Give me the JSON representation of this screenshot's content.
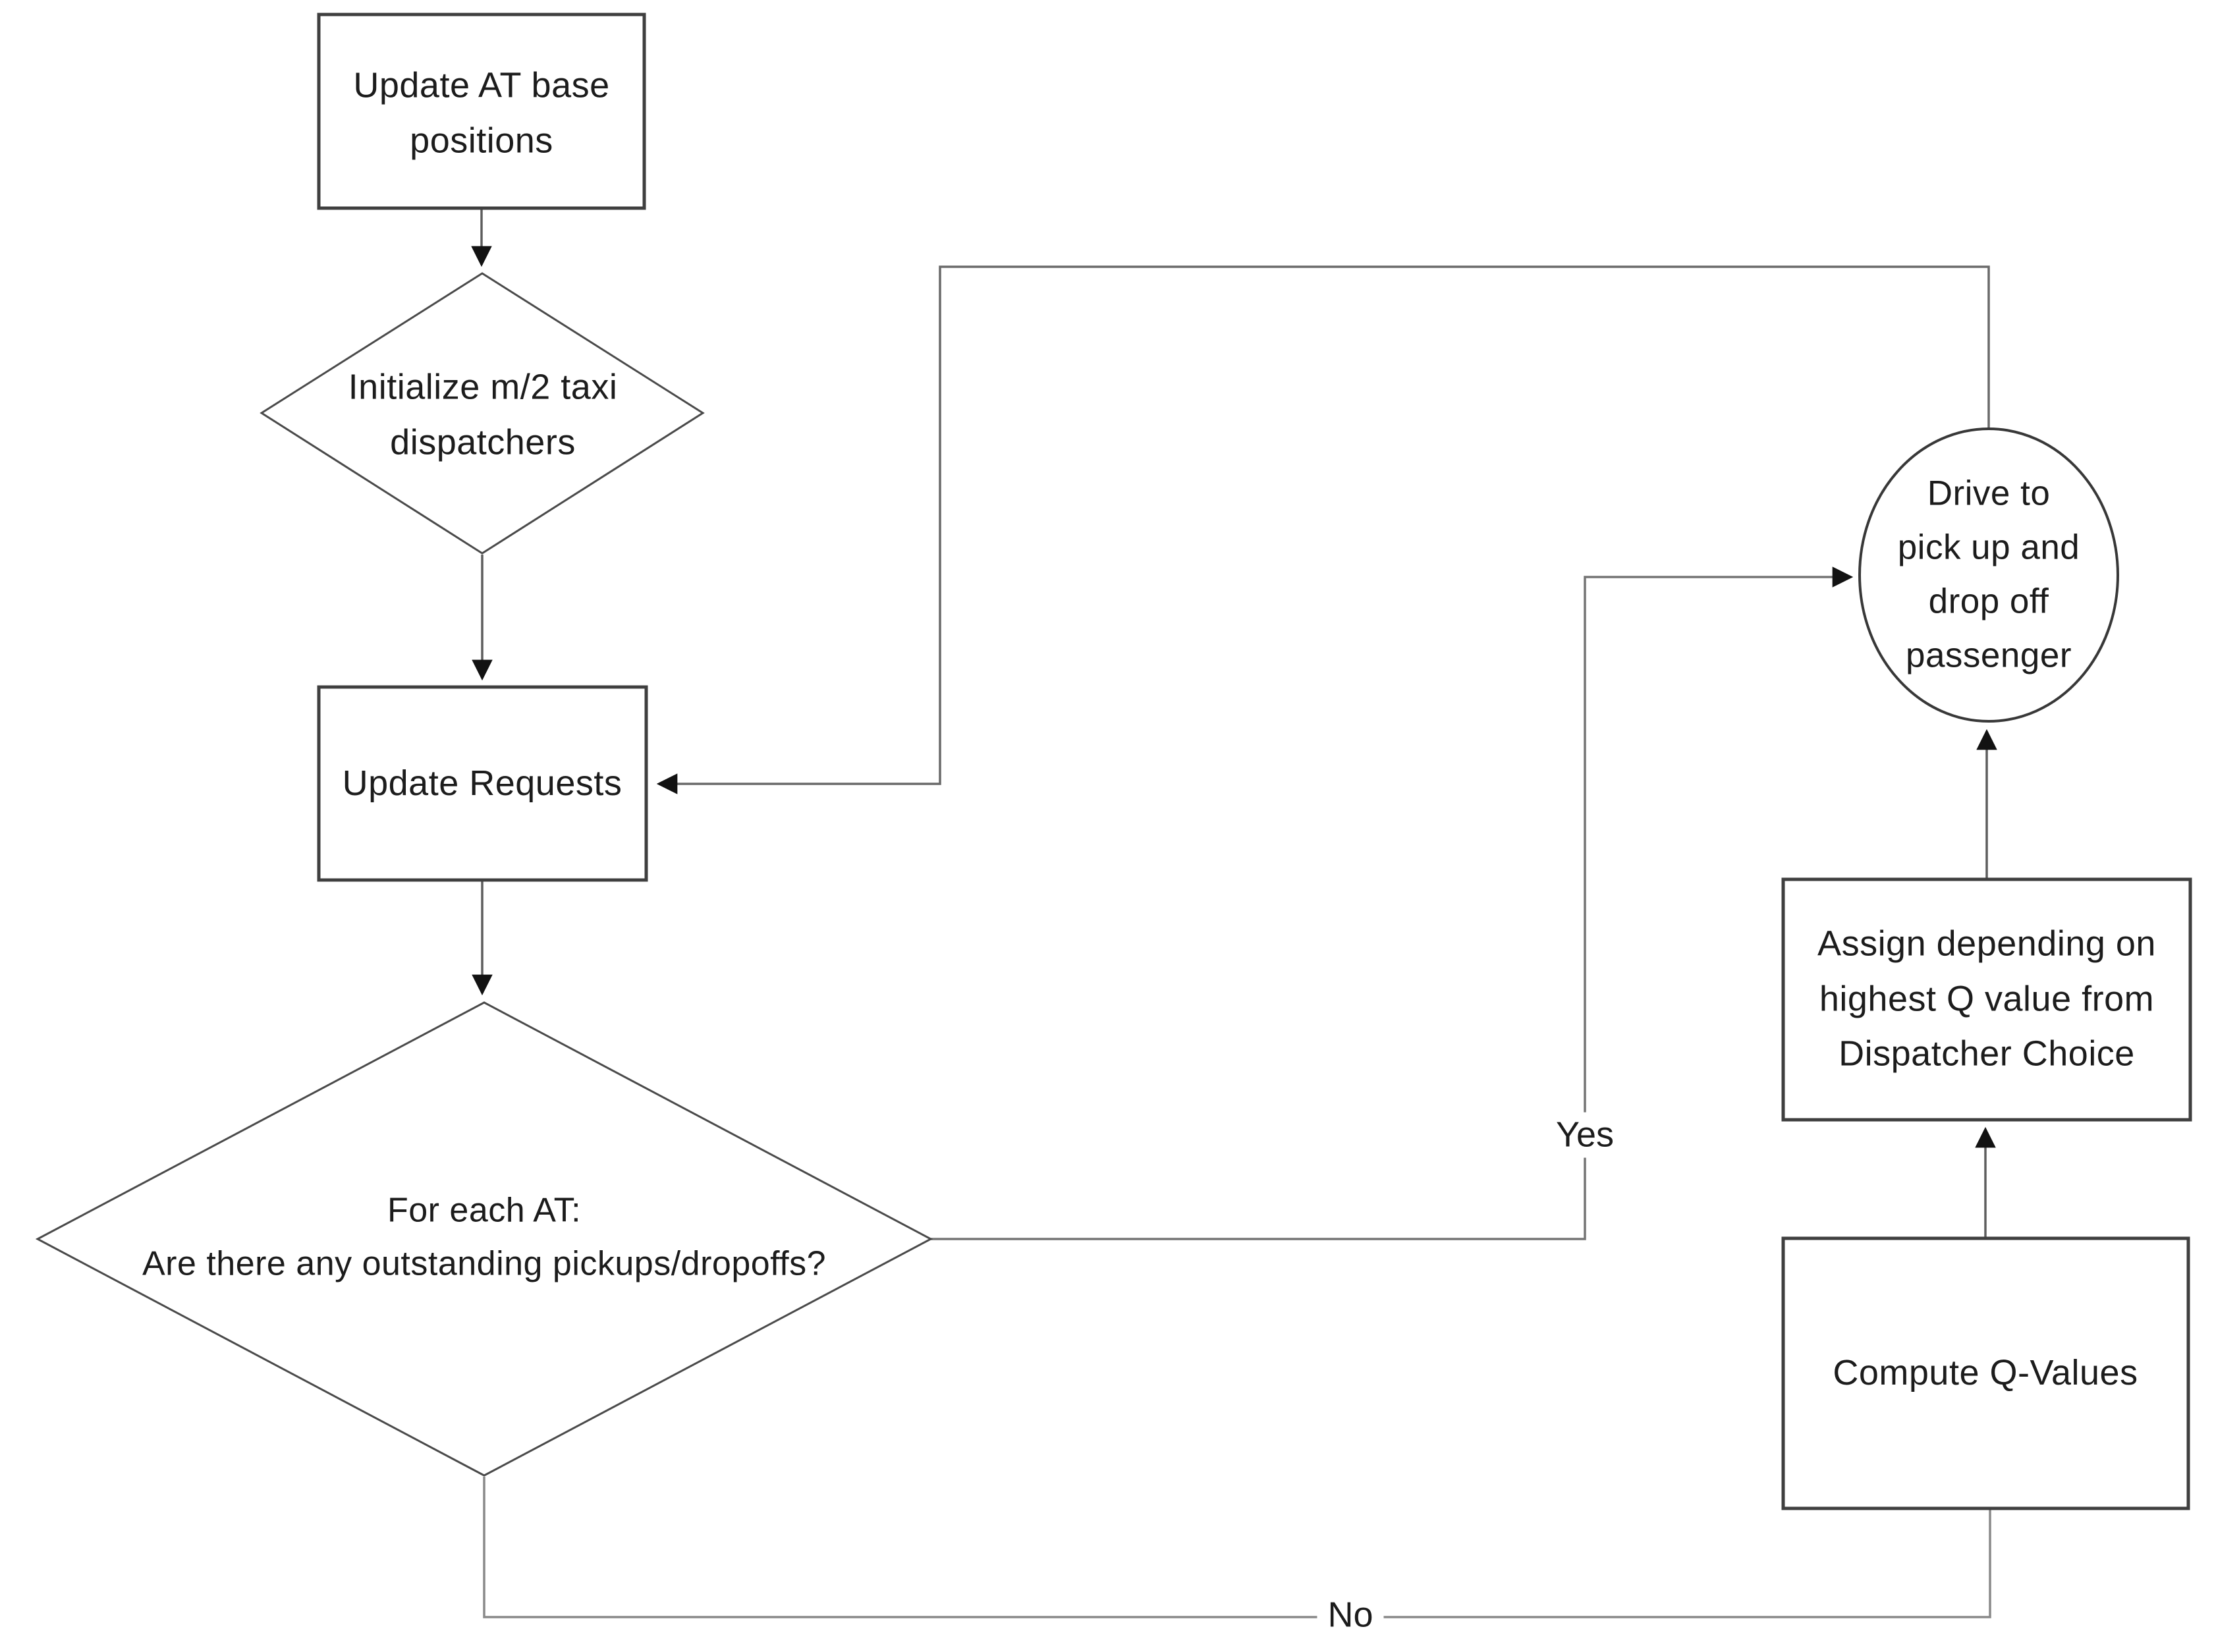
{
  "diagram": {
    "type": "flowchart",
    "background": "#ffffff",
    "colors": {
      "shape_fill": "#ffffff",
      "shape_border": "#3f3f3f",
      "decision_border": "#4a4a4a",
      "connector": "#6a6a6a",
      "arrowhead": "#121212",
      "text": "#1c1c1c"
    },
    "nodes": {
      "update_at_base": {
        "shape": "rectangle",
        "label": "Update AT base\npositions"
      },
      "init_dispatchers": {
        "shape": "diamond",
        "label": "Initialize m/2 taxi\ndispatchers"
      },
      "update_requests": {
        "shape": "rectangle",
        "label": "Update Requests"
      },
      "outstanding_check": {
        "shape": "diamond",
        "label": "For each AT:\nAre there any outstanding pickups/dropoffs?"
      },
      "drive_pickup_dropoff": {
        "shape": "ellipse",
        "label": "Drive to\npick up and\ndrop off\npassenger"
      },
      "assign_dispatcher": {
        "shape": "rectangle",
        "label": "Assign depending on\nhighest Q value from\nDispatcher Choice"
      },
      "compute_q_values": {
        "shape": "rectangle",
        "label": "Compute Q-Values"
      }
    },
    "edge_labels": {
      "yes": "Yes",
      "no": "No"
    },
    "edges": [
      {
        "from": "update_at_base",
        "to": "init_dispatchers",
        "label": ""
      },
      {
        "from": "init_dispatchers",
        "to": "update_requests",
        "label": ""
      },
      {
        "from": "update_requests",
        "to": "outstanding_check",
        "label": ""
      },
      {
        "from": "outstanding_check",
        "to": "drive_pickup_dropoff",
        "label": "Yes"
      },
      {
        "from": "outstanding_check",
        "to": "compute_q_values",
        "label": "No"
      },
      {
        "from": "compute_q_values",
        "to": "assign_dispatcher",
        "label": ""
      },
      {
        "from": "assign_dispatcher",
        "to": "drive_pickup_dropoff",
        "label": ""
      },
      {
        "from": "drive_pickup_dropoff",
        "to": "update_requests",
        "label": ""
      }
    ]
  }
}
